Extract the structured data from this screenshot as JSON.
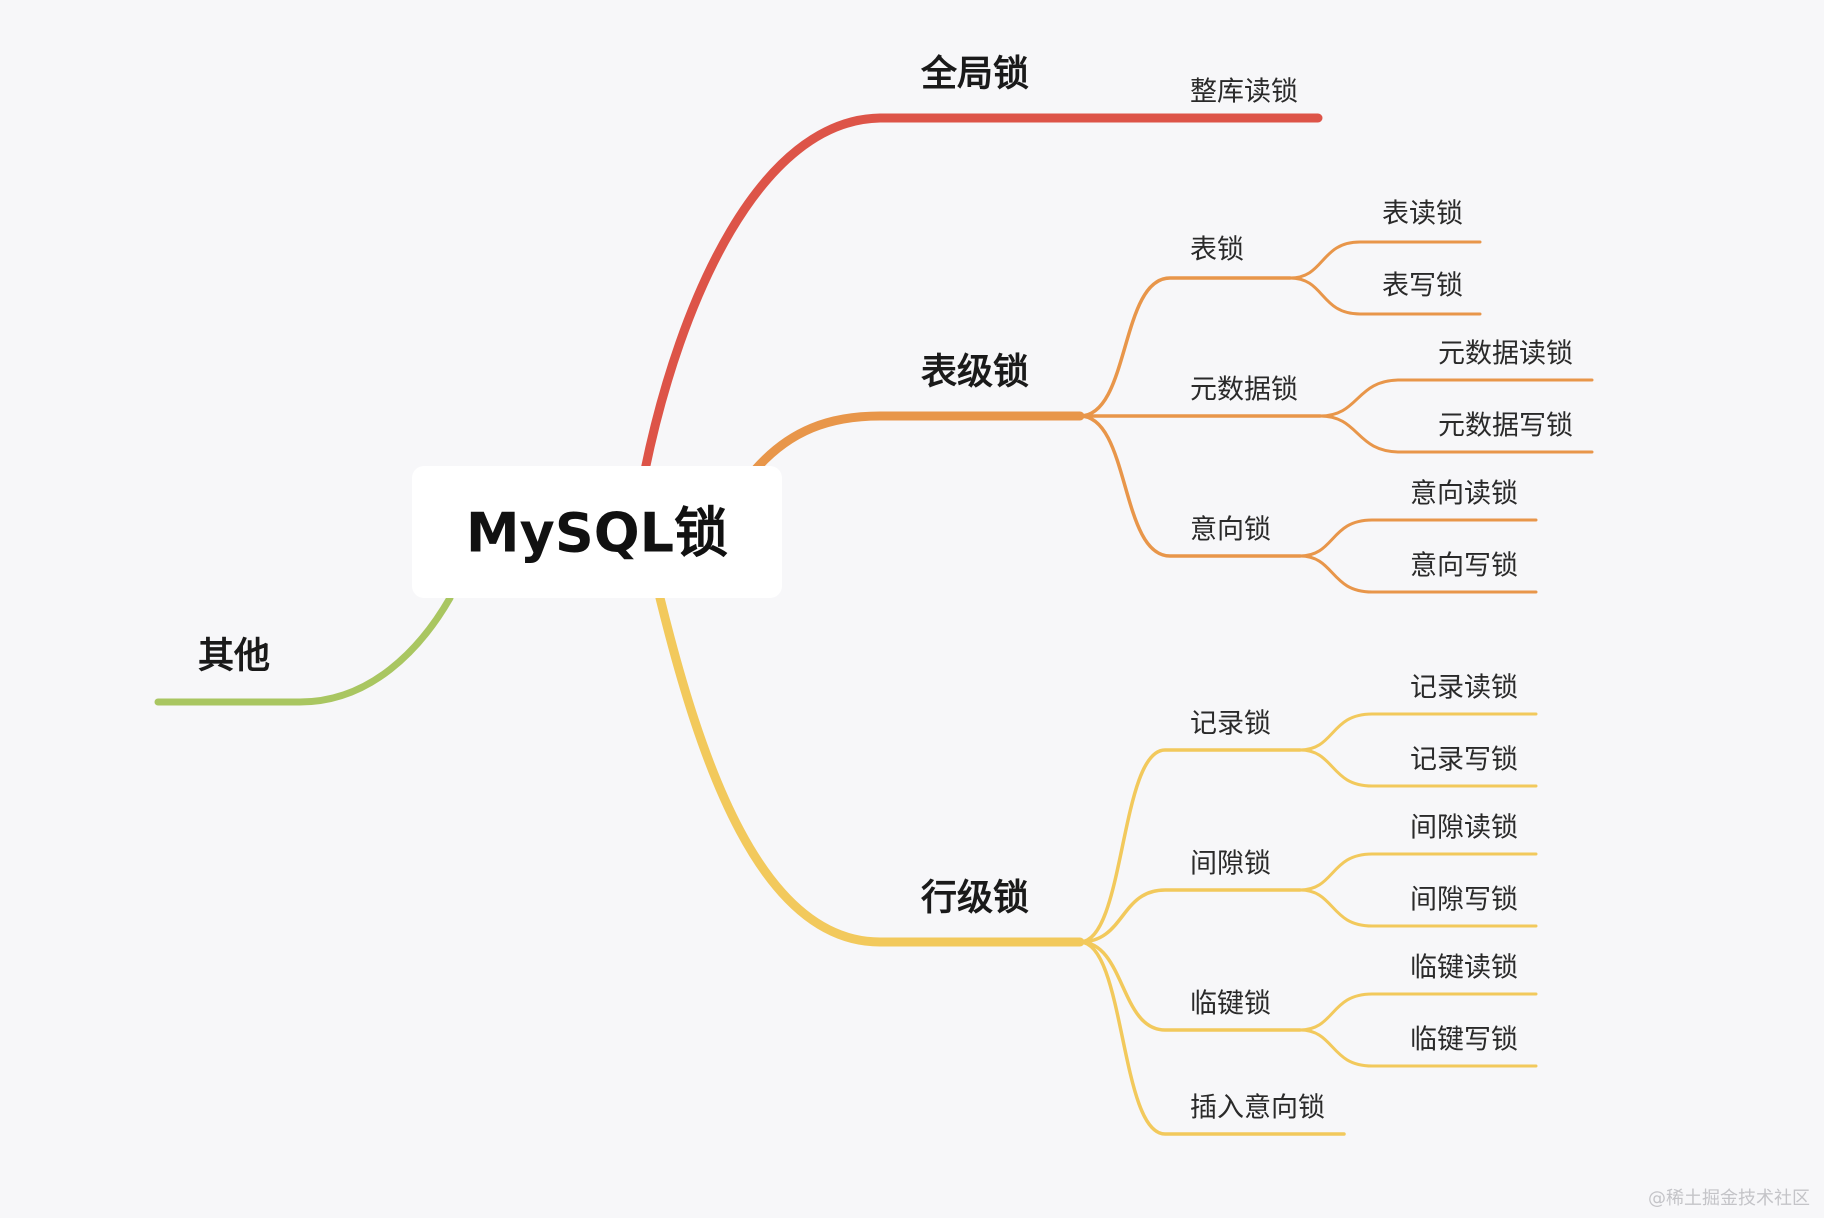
{
  "root": {
    "label": "MySQL锁"
  },
  "branches": [
    {
      "label": "全局锁",
      "color": "#dd5448",
      "children": [
        {
          "label": "整库读锁",
          "children": []
        }
      ]
    },
    {
      "label": "表级锁",
      "color": "#e8964a",
      "children": [
        {
          "label": "表锁",
          "children": [
            "表读锁",
            "表写锁"
          ]
        },
        {
          "label": "元数据锁",
          "children": [
            "元数据读锁",
            "元数据写锁"
          ]
        },
        {
          "label": "意向锁",
          "children": [
            "意向读锁",
            "意向写锁"
          ]
        }
      ]
    },
    {
      "label": "行级锁",
      "color": "#f2c95c",
      "children": [
        {
          "label": "记录锁",
          "children": [
            "记录读锁",
            "记录写锁"
          ]
        },
        {
          "label": "间隙锁",
          "children": [
            "间隙读锁",
            "间隙写锁"
          ]
        },
        {
          "label": "临键锁",
          "children": [
            "临键读锁",
            "临键写锁"
          ]
        },
        {
          "label": "插入意向锁",
          "children": []
        }
      ]
    },
    {
      "label": "其他",
      "color": "#a9c661",
      "children": []
    }
  ],
  "watermark": "@稀土掘金技术社区"
}
